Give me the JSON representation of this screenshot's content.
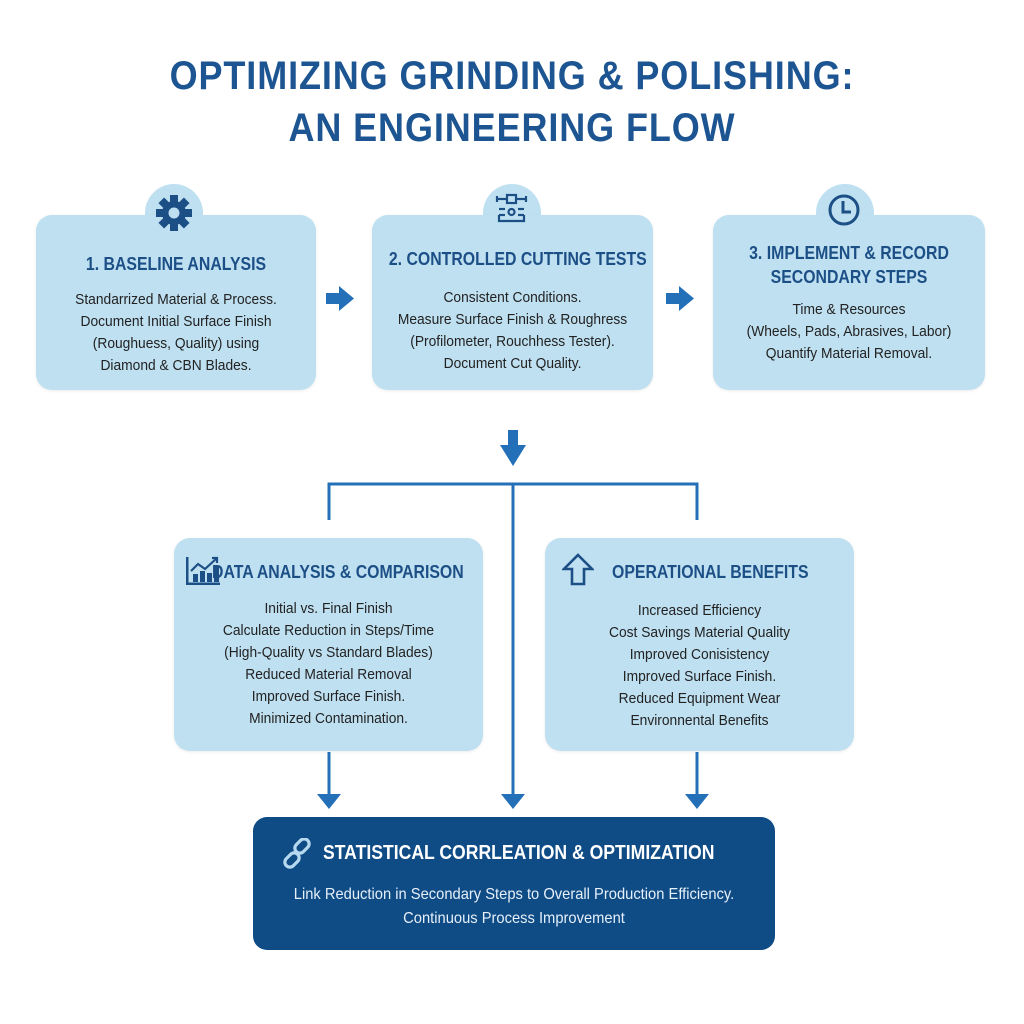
{
  "title": {
    "line1": "OPTIMIZING GRINDING & POLISHING:",
    "line2": "AN ENGINEERING FLOW"
  },
  "steps": [
    {
      "icon": "gear-icon",
      "heading": "1. BASELINE ANALYSIS",
      "lines": [
        "Standarrized Material & Process.",
        "Document Initial Surface Finish",
        "(Roughuess, Quality) using",
        "Diamond & CBN Blades."
      ]
    },
    {
      "icon": "caliper-icon",
      "heading": "2. CONTROLLED CUTTING TESTS",
      "lines": [
        "Consistent Conditions.",
        "Measure Surface Finish & Roughress",
        "(Profilometer, Rouchhess Tester).",
        "Document Cut Quality."
      ]
    },
    {
      "icon": "clock-icon",
      "heading_line1": "3.   IMPLEMENT & RECORD",
      "heading_line2": "SECONDARY STEPS",
      "lines": [
        "Time & Resources",
        "(Wheels, Pads, Abrasives, Labor)",
        "Quantify Material Removal."
      ]
    }
  ],
  "analysis": {
    "icon": "bar-chart-trend-icon",
    "heading": "DATA ANALYSIS & COMPARISON",
    "lines": [
      "Initial vs. Final Finish",
      "Calculate Reduction in Steps/Time",
      "(High-Quality vs Standard Blades)",
      "Reduced Material Removal",
      "Improved Surface Finish.",
      "Minimized Contamination."
    ]
  },
  "benefits": {
    "icon": "up-arrow-icon",
    "heading": "OPERATIONAL BENEFITS",
    "lines": [
      "Increased Efficiency",
      "Cost Savings Material Quality",
      "Improved Conisistency",
      "Improved Surface Finish.",
      "Reduced Equipment Wear",
      "Environnental Benefits"
    ]
  },
  "final": {
    "icon": "link-icon",
    "heading": "STATISTICAL CORRLEATION & OPTIMIZATION",
    "lines": [
      "Link Reduction in Secondary Steps to Overall Production Efficiency.",
      "Continuous Process Improvement"
    ]
  },
  "colors": {
    "primary": "#1c5591",
    "card": "#bfe0f1",
    "arrow": "#2470b8",
    "final": "#0f4b85"
  }
}
